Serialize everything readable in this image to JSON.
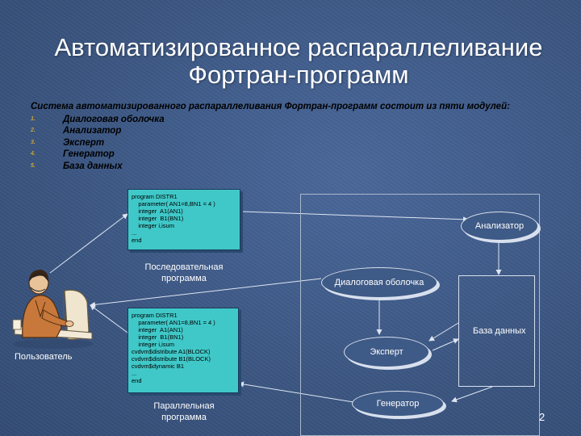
{
  "title": {
    "line1": "Автоматизированное распараллеливание",
    "line2": "Фортран-программ"
  },
  "intro": "Система автоматизированного распараллеливания Фортран-программ состоит из пяти модулей:",
  "modules": [
    {
      "num": "1.",
      "label": "Диалоговая оболочка"
    },
    {
      "num": "2.",
      "label": "Анализатор"
    },
    {
      "num": "3.",
      "label": "Эксперт"
    },
    {
      "num": "4.",
      "label": "Генератор"
    },
    {
      "num": "5.",
      "label": "База данных"
    }
  ],
  "sequential_code": [
    "program DISTR1",
    "    parameter( AN1=8,BN1 = 4 )",
    "    integer  A1(AN1)",
    "    integer  B1(BN1)",
    "    integer i,isum",
    "...",
    "end"
  ],
  "sequential_caption": [
    "Последовательная",
    "программа"
  ],
  "parallel_code": [
    "program DISTR1",
    "    parameter( AN1=8,BN1 = 4 )",
    "    integer  A1(AN1)",
    "    integer  B1(BN1)",
    "    integer i,isum",
    "cvdvm$distribute A1(BLOCK)",
    "cvdvm$distribute B1(BLOCK)",
    "cvdvm$dynamic B1",
    "...",
    "end"
  ],
  "parallel_caption": [
    "Параллельная",
    "программа"
  ],
  "diagram": {
    "analyzer": "Анализатор",
    "dialog_shell": "Диалоговая оболочка",
    "expert": "Эксперт",
    "generator": "Генератор",
    "database": "База данных"
  },
  "user_label": "Пользователь",
  "page_number": "2",
  "colors": {
    "background": "#3f5b86",
    "code_box": "#40c8c8",
    "bullet_number": "#c9a43a"
  }
}
